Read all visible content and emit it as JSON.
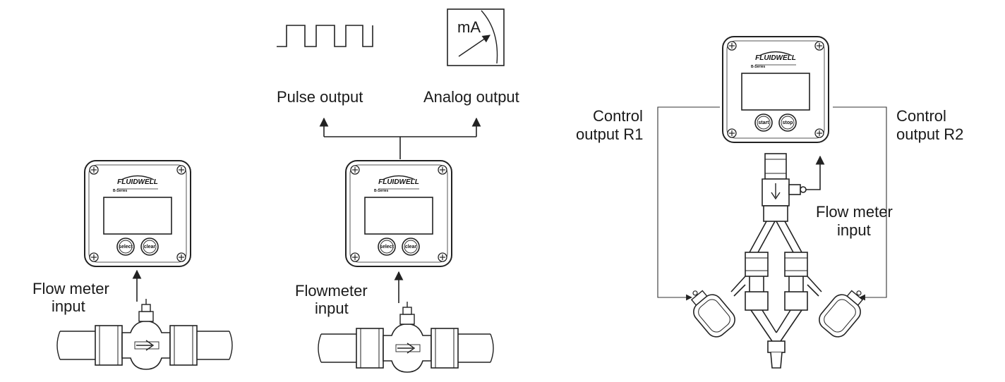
{
  "brand": "FLUIDWELL",
  "series": "B-Series",
  "left": {
    "input_label_line1": "Flow meter",
    "input_label_line2": "input",
    "buttons": [
      "select",
      "clear"
    ]
  },
  "middle": {
    "pulse_label": "Pulse output",
    "analog_label": "Analog output",
    "meter_unit": "mA",
    "input_label_line1": "Flowmeter",
    "input_label_line2": "input",
    "buttons": [
      "select",
      "clear"
    ]
  },
  "right": {
    "control_r1_line1": "Control",
    "control_r1_line2": "output R1",
    "control_r2_line1": "Control",
    "control_r2_line2": "output R2",
    "input_label_line1": "Flow meter",
    "input_label_line2": "input",
    "buttons": [
      "start",
      "stop"
    ]
  }
}
